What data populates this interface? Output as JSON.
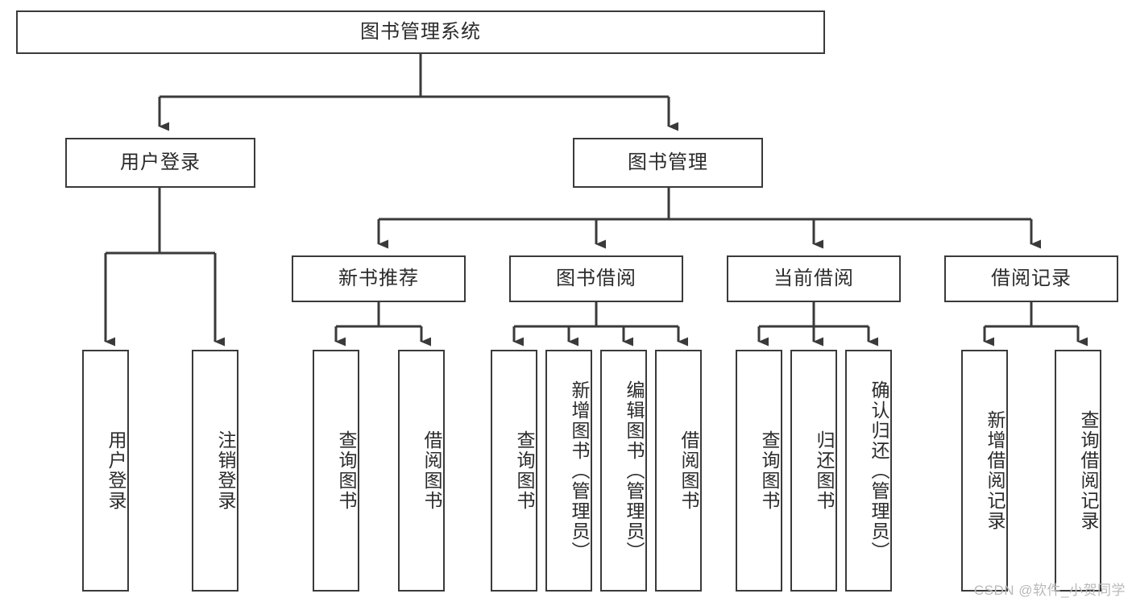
{
  "diagram": {
    "title": "图书管理系统",
    "type": "tree-hierarchy",
    "colors": {
      "box_border": "#3a3a3a",
      "box_fill": "#ffffff",
      "connector": "#3a3a3a",
      "text": "#2b2b2b",
      "watermark": "#b9b9b9",
      "background": "#ffffff"
    },
    "root": {
      "label": "图书管理系统"
    },
    "level2": [
      {
        "id": "user-login",
        "label": "用户登录"
      },
      {
        "id": "book-management",
        "label": "图书管理"
      }
    ],
    "level3": [
      {
        "id": "new-book-recommend",
        "label": "新书推荐",
        "parent": "book-management"
      },
      {
        "id": "book-borrow",
        "label": "图书借阅",
        "parent": "book-management"
      },
      {
        "id": "current-borrow",
        "label": "当前借阅",
        "parent": "book-management"
      },
      {
        "id": "borrow-record",
        "label": "借阅记录",
        "parent": "book-management"
      }
    ],
    "leaves": {
      "user-login": [
        {
          "id": "leaf-user-login",
          "label": "用户登录"
        },
        {
          "id": "leaf-user-logout",
          "label": "注销登录"
        }
      ],
      "new-book-recommend": [
        {
          "id": "leaf-query-book-1",
          "label": "查询图书"
        },
        {
          "id": "leaf-borrow-book-1",
          "label": "借阅图书"
        }
      ],
      "book-borrow": [
        {
          "id": "leaf-query-book-2",
          "label": "查询图书"
        },
        {
          "id": "leaf-add-book",
          "label": "新增图书（管理员）"
        },
        {
          "id": "leaf-edit-book",
          "label": "编辑图书（管理员）"
        },
        {
          "id": "leaf-borrow-book-2",
          "label": "借阅图书"
        }
      ],
      "current-borrow": [
        {
          "id": "leaf-query-book-3",
          "label": "查询图书"
        },
        {
          "id": "leaf-return-book",
          "label": "归还图书"
        },
        {
          "id": "leaf-confirm-return",
          "label": "确认归还（管理员）"
        }
      ],
      "borrow-record": [
        {
          "id": "leaf-add-record",
          "label": "新增借阅记录"
        },
        {
          "id": "leaf-query-record",
          "label": "查询借阅记录"
        }
      ]
    }
  },
  "watermark": {
    "text": "CSDN @软件_小贺同学"
  }
}
